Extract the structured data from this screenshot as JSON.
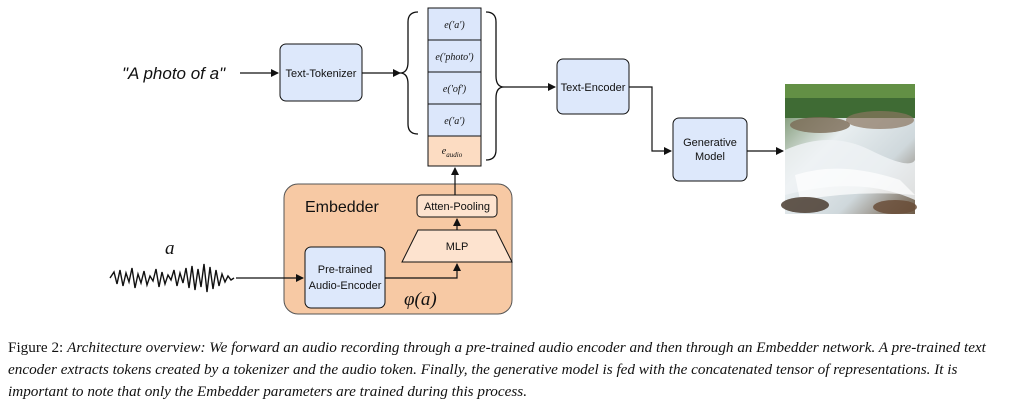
{
  "figure": {
    "prompt_text": "\"A photo of a\"",
    "text_tokenizer_label": "Text-Tokenizer",
    "token_labels": [
      "e('a')",
      "e('photo')",
      "e('of')",
      "e('a')"
    ],
    "audio_token_label_base": "e",
    "audio_token_label_sub": "audio",
    "text_encoder_label": "Text-Encoder",
    "generative_model_label_1": "Generative",
    "generative_model_label_2": "Model",
    "embedder_title": "Embedder",
    "atten_pooling_label": "Atten-Pooling",
    "mlp_label": "MLP",
    "audio_encoder_label_1": "Pre-trained",
    "audio_encoder_label_2": "Audio-Encoder",
    "phi_label": "φ(a)",
    "audio_input_label": "a",
    "colors": {
      "blue_box": "#dde8fb",
      "orange_panel": "#f7c9a4",
      "light_orange": "#fde3cf",
      "token_blue": "#dce7fb",
      "audio_token": "#fcdcc2"
    }
  },
  "caption": {
    "lead": "Figure 2: ",
    "body": "Architecture overview: We forward an audio recording through a pre-trained audio encoder and then through an Embedder network. A pre-trained text encoder extracts tokens created by a tokenizer and the audio token. Finally, the generative model is fed with the concatenated tensor of representations. It is important to note that only the Embedder parameters are trained during this process."
  }
}
